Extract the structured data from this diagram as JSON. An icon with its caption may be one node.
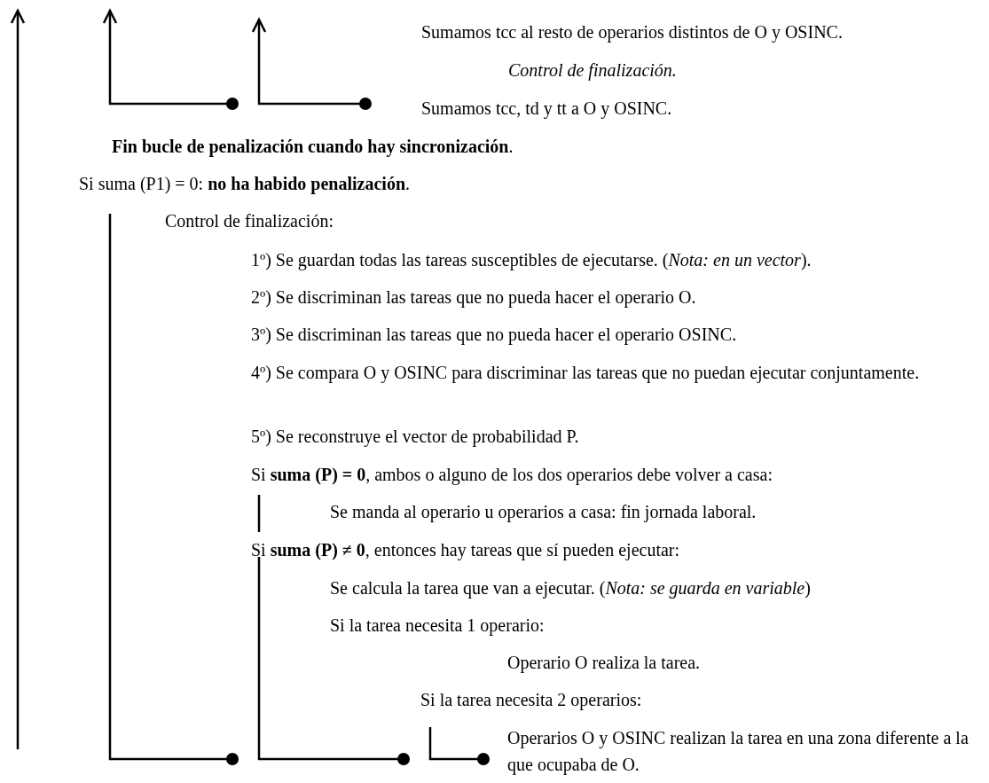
{
  "diagram": {
    "labels": [
      "Sumamos tcc al resto de operarios distintos de O y OSINC.",
      "Control de finalización.",
      "Sumamos tcc, td y tt a O y OSINC.",
      "**Fin bucle de penalización cuando hay sincronización**.",
      "Si suma (P1) = 0: **no ha habido penalización**.",
      "Control de finalización:",
      "1º) Se guardan todas las tareas susceptibles de ejecutarse. (*Nota: en un vector*).",
      "2º) Se discriminan las tareas que no pueda hacer el operario O.",
      "3º) Se discriminan las tareas que no pueda hacer el operario OSINC.",
      "4º) Se compara O y OSINC para discriminar las tareas que no puedan ejecutar conjuntamente.",
      "5º) Se reconstruye el vector de probabilidad P.",
      "Si **suma (P) = 0**, ambos o alguno de los dos operarios debe volver a casa:",
      "Se manda al operario u operarios a casa: fin jornada laboral.",
      "Si **suma (P) ≠ 0**, entonces hay tareas que sí pueden ejecutar:",
      "Se calcula la tarea que van a ejecutar. (*Nota: se guarda en variable*)",
      "Si la tarea necesita 1 operario:",
      "Operario O realiza la tarea.",
      "Si la tarea necesita 2 operarios:",
      "Operarios O y OSINC realizan la tarea en una zona diferente a la que ocupaba de O."
    ]
  }
}
